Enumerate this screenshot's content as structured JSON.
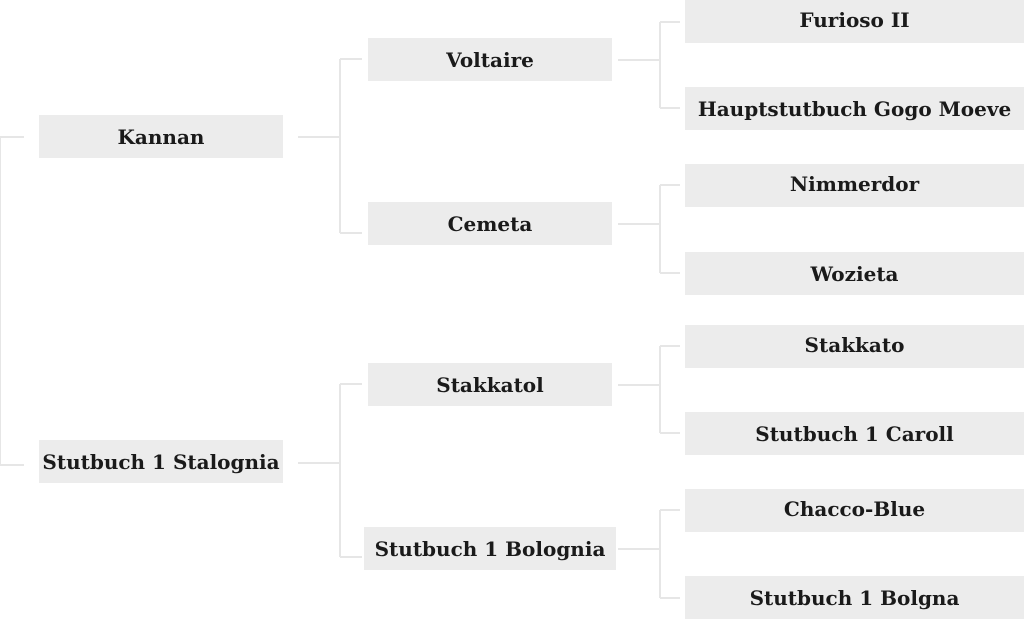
{
  "pedigree": {
    "parents": [
      {
        "name": "Kannan"
      },
      {
        "name": "Stutbuch 1 Stalognia"
      }
    ],
    "grandparents": [
      {
        "name": "Voltaire"
      },
      {
        "name": "Cemeta"
      },
      {
        "name": "Stakkatol"
      },
      {
        "name": "Stutbuch 1 Bolognia"
      }
    ],
    "great_grandparents": [
      {
        "name": "Furioso II"
      },
      {
        "name": "Hauptstutbuch Gogo Moeve"
      },
      {
        "name": "Nimmerdor"
      },
      {
        "name": "Wozieta"
      },
      {
        "name": "Stakkato"
      },
      {
        "name": "Stutbuch 1 Caroll"
      },
      {
        "name": "Chacco-Blue"
      },
      {
        "name": "Stutbuch 1 Bolgna"
      }
    ]
  },
  "colors": {
    "node_fill": "#ececec",
    "connector": "#e6e6e6",
    "text": "#1a1a1a"
  }
}
